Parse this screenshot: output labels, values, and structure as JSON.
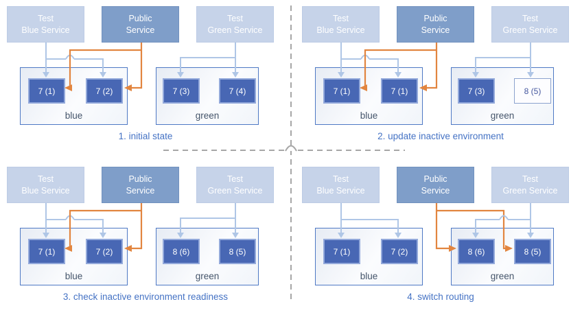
{
  "quadrants": [
    {
      "title": "1. initial state",
      "services": [
        "Test\nBlue Service",
        "Public\nService",
        "Test\nGreen Service"
      ],
      "public_routes_to": "blue",
      "environments": [
        {
          "name": "blue",
          "pods": [
            {
              "label": "7 (1)",
              "state": "solid"
            },
            {
              "label": "7 (2)",
              "state": "solid"
            }
          ]
        },
        {
          "name": "green",
          "pods": [
            {
              "label": "7 (3)",
              "state": "solid"
            },
            {
              "label": "7 (4)",
              "state": "solid"
            }
          ]
        }
      ]
    },
    {
      "title": "2. update inactive environment",
      "services": [
        "Test\nBlue Service",
        "Public\nService",
        "Test\nGreen Service"
      ],
      "public_routes_to": "blue",
      "environments": [
        {
          "name": "blue",
          "pods": [
            {
              "label": "7 (1)",
              "state": "solid"
            },
            {
              "label": "7 (1)",
              "state": "solid"
            }
          ]
        },
        {
          "name": "green",
          "pods": [
            {
              "label": "7 (3)",
              "state": "solid"
            },
            {
              "label": "8 (5)",
              "state": "outline"
            }
          ]
        }
      ]
    },
    {
      "title": "3. check inactive environment readiness",
      "services": [
        "Test\nBlue Service",
        "Public\nService",
        "Test\nGreen Service"
      ],
      "public_routes_to": "blue",
      "environments": [
        {
          "name": "blue",
          "pods": [
            {
              "label": "7 (1)",
              "state": "solid"
            },
            {
              "label": "7 (2)",
              "state": "solid"
            }
          ]
        },
        {
          "name": "green",
          "pods": [
            {
              "label": "8 (6)",
              "state": "solid"
            },
            {
              "label": "8 (5)",
              "state": "solid"
            }
          ]
        }
      ]
    },
    {
      "title": "4. switch routing",
      "services": [
        "Test\nBlue Service",
        "Public\nService",
        "Test\nGreen Service"
      ],
      "public_routes_to": "green",
      "environments": [
        {
          "name": "blue",
          "pods": [
            {
              "label": "7 (1)",
              "state": "solid"
            },
            {
              "label": "7 (2)",
              "state": "solid"
            }
          ]
        },
        {
          "name": "green",
          "pods": [
            {
              "label": "8 (6)",
              "state": "solid"
            },
            {
              "label": "8 (5)",
              "state": "solid"
            }
          ]
        }
      ]
    }
  ],
  "colors": {
    "public_arrow_orange": "#E2853F",
    "test_arrow_light_blue": "#AFC6E6",
    "pod_fill_blue": "#4867B4",
    "pod_border_blue": "#93A9DB",
    "service_light_blue": "#C6D3E9",
    "service_medium_blue": "#7F9EC9",
    "env_border_blue": "#4D78C4",
    "title_text_blue": "#4472C4",
    "env_label_slate": "#44546A",
    "divider_gray": "#A6A6A6"
  }
}
